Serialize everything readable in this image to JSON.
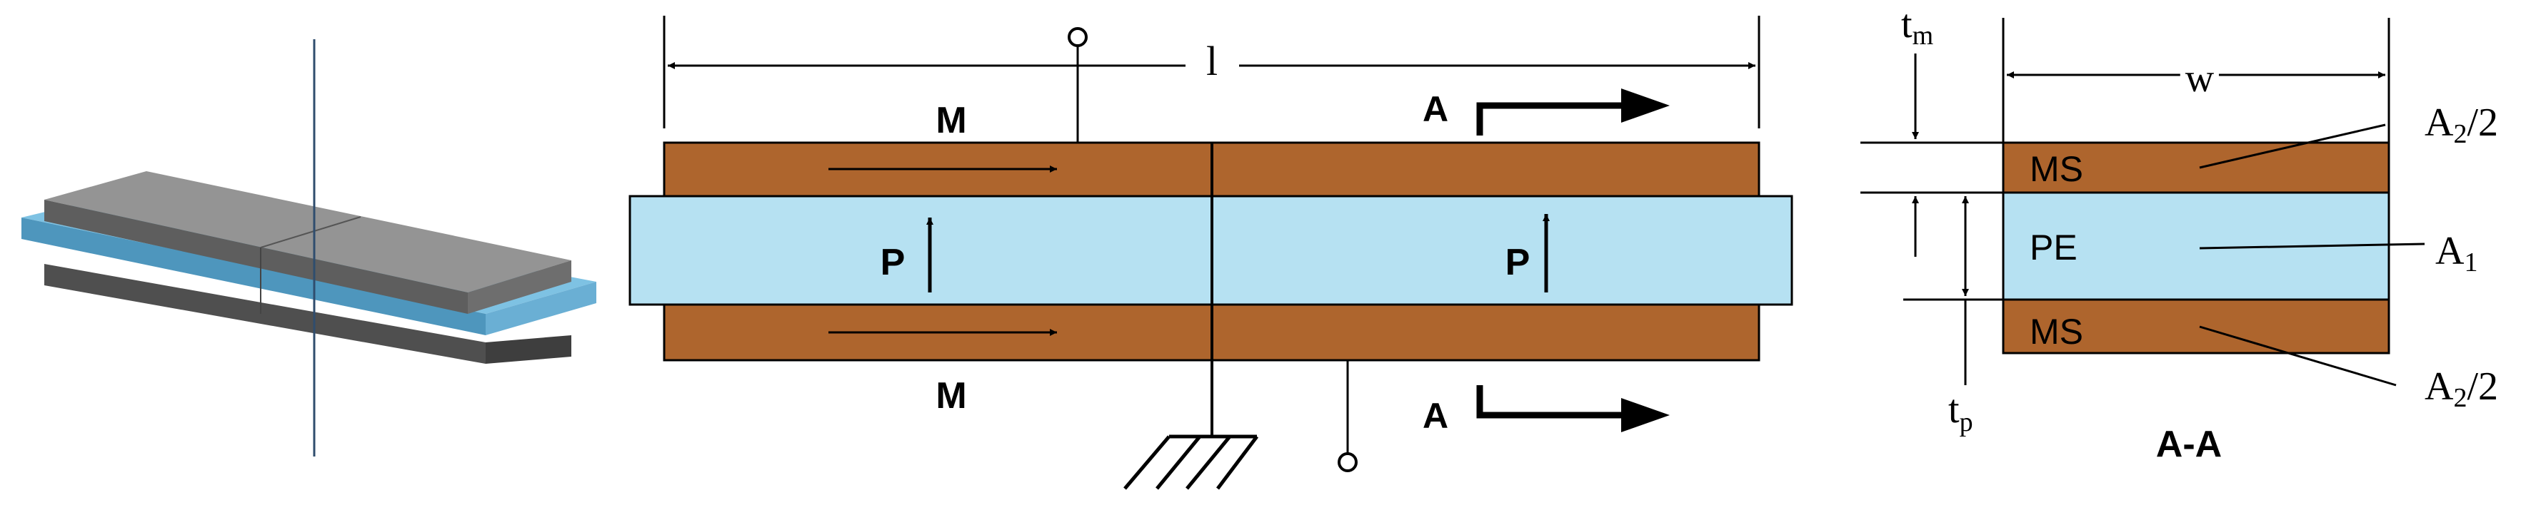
{
  "labels": {
    "m_top": "M",
    "m_bottom": "M",
    "p_left": "P",
    "p_right": "P",
    "length": "l",
    "section_top": "A",
    "section_bottom": "A",
    "t_m": "t",
    "t_m_sub": "m",
    "t_p": "t",
    "t_p_sub": "p",
    "width": "w",
    "ms_top": "MS",
    "pe": "PE",
    "ms_bottom": "MS",
    "area_top": "A",
    "area_top_sub": "2",
    "area_top_suffix": "/2",
    "area_mid": "A",
    "area_mid_sub": "1",
    "area_bottom": "A",
    "area_bottom_sub": "2",
    "area_bottom_suffix": "/2",
    "section_title": "A-A"
  },
  "colors": {
    "magnetostrictive": "#AE652D",
    "piezoelectric": "#B6E1F2",
    "line": "#000000",
    "iso_top": "#8E8E8E",
    "iso_side": "#5A5A5A",
    "iso_blue": "#6FB3D6",
    "iso_axis": "#2F4D6E"
  }
}
